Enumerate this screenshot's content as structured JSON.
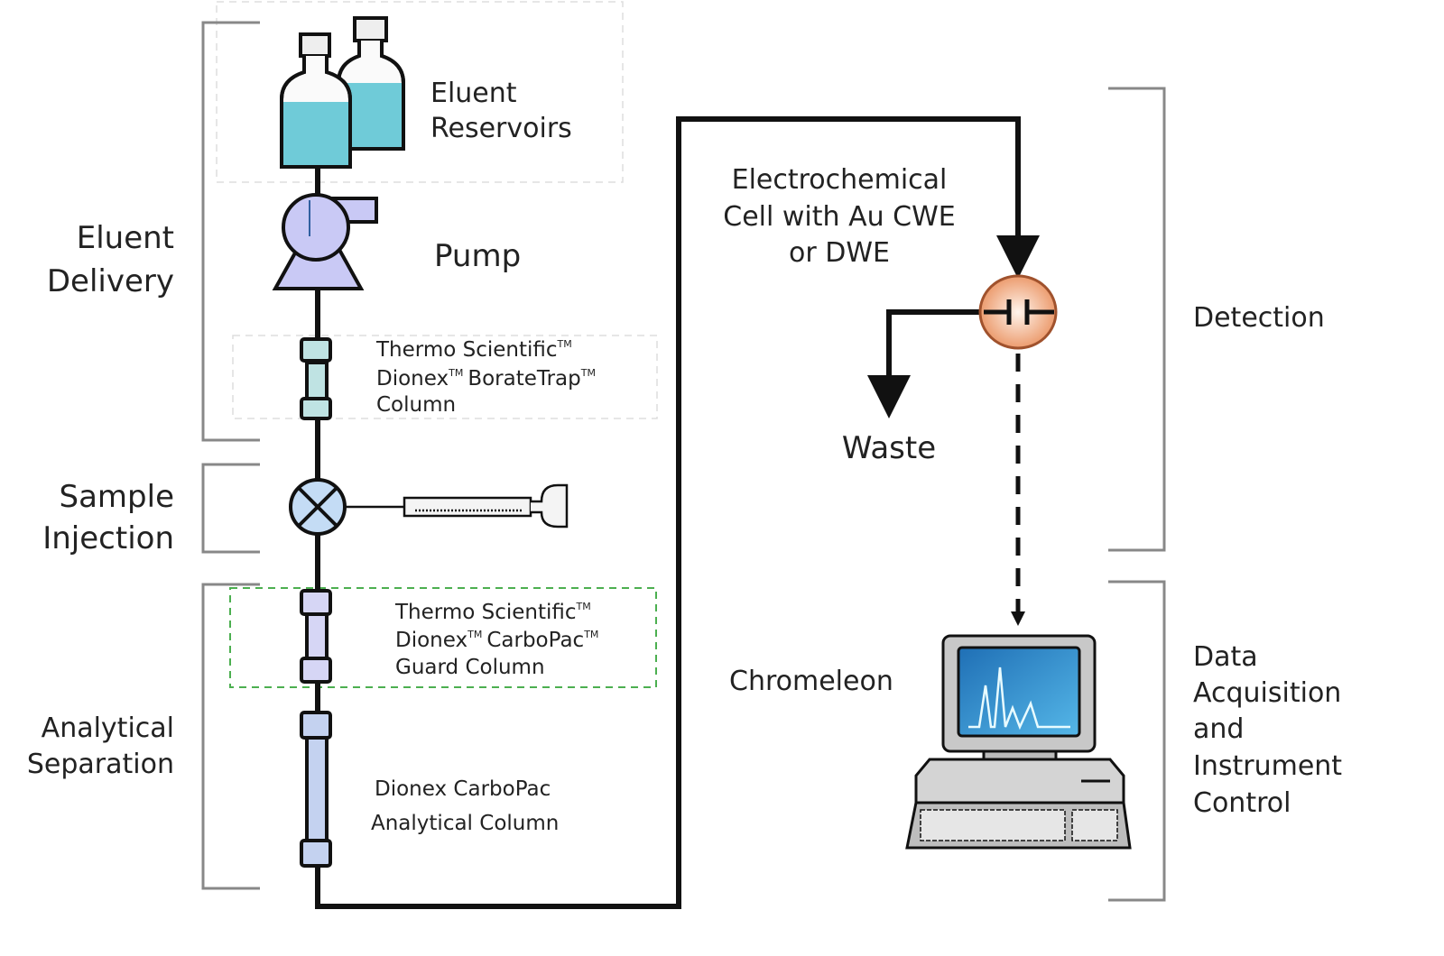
{
  "sections": {
    "eluent_delivery": [
      "Eluent",
      "Delivery"
    ],
    "sample_injection": [
      "Sample",
      "Injection"
    ],
    "analytical_separation": [
      "Analytical",
      "Separation"
    ],
    "detection": [
      "Detection"
    ],
    "data_acquisition": [
      "Data",
      "Acquisition",
      "and",
      "Instrument",
      "Control"
    ]
  },
  "components": {
    "reservoirs": [
      "Eluent",
      "Reservoirs"
    ],
    "pump": "Pump",
    "borate_trap": [
      "Thermo Scientific",
      "Dionex",
      "BorateTrap",
      "Column"
    ],
    "guard_column": [
      "Thermo Scientific",
      "Dionex",
      "CarboPac",
      "Guard Column"
    ],
    "analytical_column": [
      "Dionex CarboPac",
      "Analytical Column"
    ],
    "cell": [
      "Electrochemical",
      "Cell with Au CWE",
      "or  DWE"
    ],
    "waste": "Waste",
    "software": "Chromeleon",
    "trademark": "TM"
  },
  "colors": {
    "liquid": "#6fcbd8",
    "pump": "#c9c9f5",
    "trap_column": "#bfe3e3",
    "guard_column": "#d6d6f5",
    "analytical_column": "#c4d2f0",
    "cell": "#f0a070",
    "guard_box": "#4caf50",
    "screen": "#2a8fd0"
  }
}
